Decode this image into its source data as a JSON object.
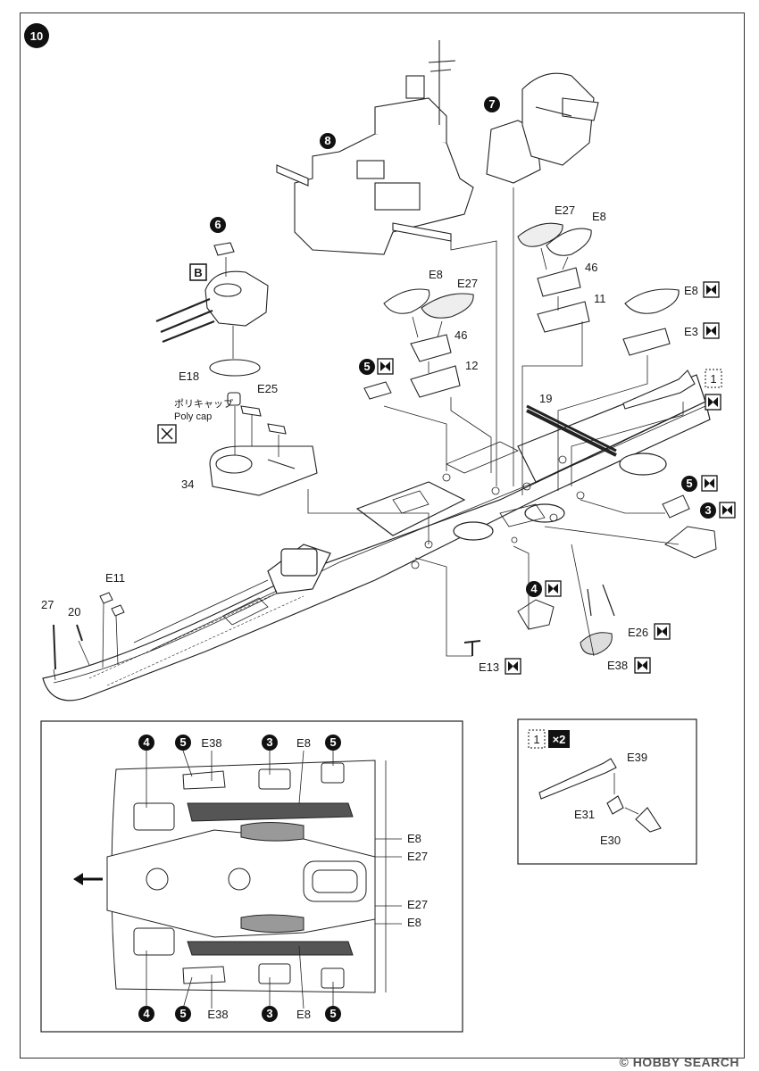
{
  "step_number": "10",
  "watermark": "HOBBY SEARCH",
  "watermark_mark": "©",
  "part_labels": {
    "p6": "6",
    "p7": "7",
    "p8": "8",
    "pB": "B",
    "E18": "E18",
    "E25": "E25",
    "p34": "34",
    "polycap_jp": "ポリキャップ",
    "polycap_en": "Poly cap",
    "E8_a": "E8",
    "E27_a": "E27",
    "p46_a": "46",
    "p12": "12",
    "E27_b": "E27",
    "E8_b": "E8",
    "p46_b": "46",
    "p11": "11",
    "E8_c": "E8",
    "E3": "E3",
    "box1": "1",
    "p19": "19",
    "s5_a": "5",
    "s5_b": "5",
    "s3": "3",
    "s4": "4",
    "E26": "E26",
    "E38": "E38",
    "E13": "E13",
    "E11": "E11",
    "p27": "27",
    "p20": "20"
  },
  "detail_view": {
    "top_row": [
      "4",
      "5",
      "E38",
      "3",
      "E8",
      "5"
    ],
    "bottom_row": [
      "4",
      "5",
      "E38",
      "3",
      "E8",
      "5"
    ],
    "right_labels": [
      "E8",
      "E27",
      "E27",
      "E8"
    ]
  },
  "inset": {
    "box_number": "1",
    "multiplier": "×2",
    "labels": [
      "E39",
      "E31",
      "E30"
    ]
  },
  "icons": [
    "pair-mark-icon",
    "no-glue-icon",
    "direction-arrow-icon"
  ]
}
